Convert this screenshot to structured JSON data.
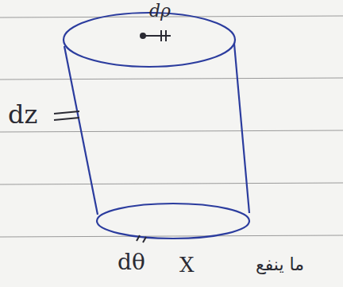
{
  "diagram": {
    "labels": [
      "dρ",
      "dz",
      "dθ",
      "X",
      "ما ينفع"
    ]
  }
}
